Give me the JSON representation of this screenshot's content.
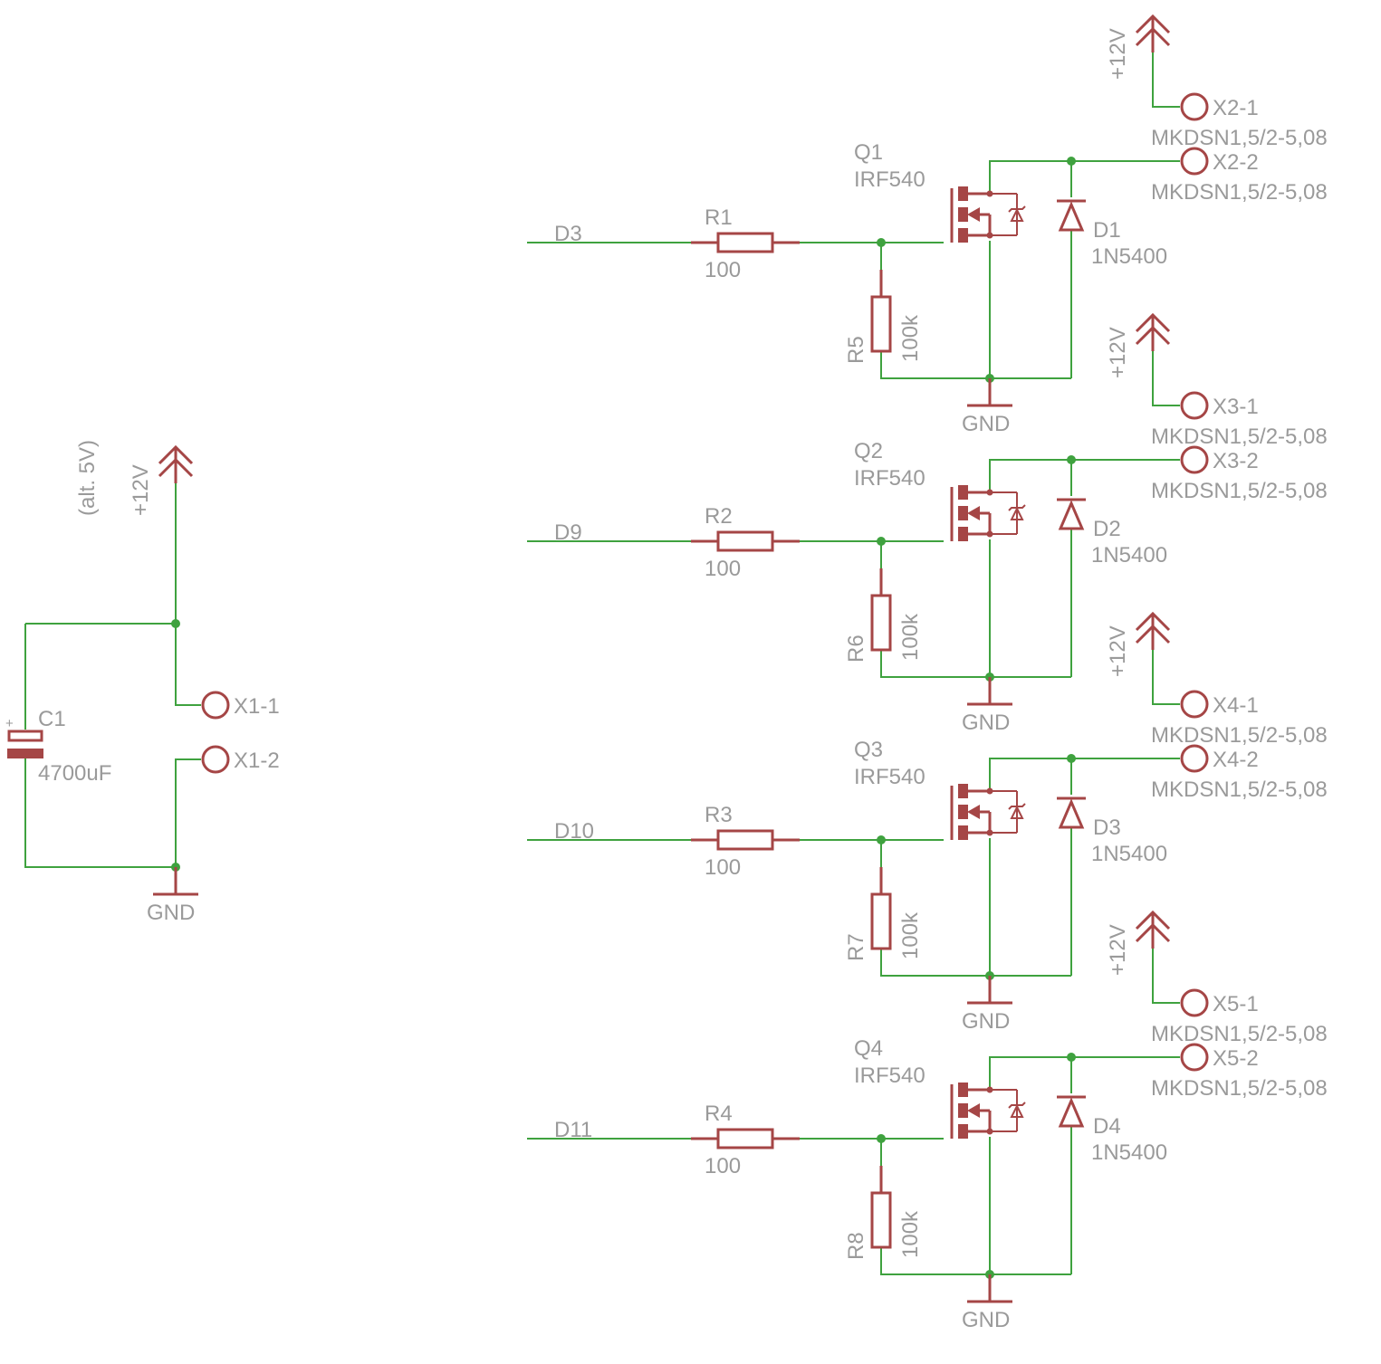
{
  "power_section": {
    "supply_label": "+12V",
    "alt_note": "(alt. 5V)",
    "cap_name": "C1",
    "cap_plus": "+",
    "cap_value": "4700uF",
    "term1": "X1-1",
    "term2": "X1-2",
    "gnd_label": "GND"
  },
  "channels": [
    {
      "input": "D3",
      "r_gate": "R1",
      "r_gate_value": "100",
      "r_pull": "R5",
      "r_pull_value": "100k",
      "mosfet": "Q1",
      "mosfet_type": "IRF540",
      "diode": "D1",
      "diode_type": "1N5400",
      "term1": "X2-1",
      "term2": "X2-2",
      "connector": "MKDSN1,5/2-5,08",
      "supply": "+12V",
      "gnd": "GND"
    },
    {
      "input": "D9",
      "r_gate": "R2",
      "r_gate_value": "100",
      "r_pull": "R6",
      "r_pull_value": "100k",
      "mosfet": "Q2",
      "mosfet_type": "IRF540",
      "diode": "D2",
      "diode_type": "1N5400",
      "term1": "X3-1",
      "term2": "X3-2",
      "connector": "MKDSN1,5/2-5,08",
      "supply": "+12V",
      "gnd": "GND"
    },
    {
      "input": "D10",
      "r_gate": "R3",
      "r_gate_value": "100",
      "r_pull": "R7",
      "r_pull_value": "100k",
      "mosfet": "Q3",
      "mosfet_type": "IRF540",
      "diode": "D3",
      "diode_type": "1N5400",
      "term1": "X4-1",
      "term2": "X4-2",
      "connector": "MKDSN1,5/2-5,08",
      "supply": "+12V",
      "gnd": "GND"
    },
    {
      "input": "D11",
      "r_gate": "R4",
      "r_gate_value": "100",
      "r_pull": "R8",
      "r_pull_value": "100k",
      "mosfet": "Q4",
      "mosfet_type": "IRF540",
      "diode": "D4",
      "diode_type": "1N5400",
      "term1": "X5-1",
      "term2": "X5-2",
      "connector": "MKDSN1,5/2-5,08",
      "supply": "+12V",
      "gnd": "GND"
    }
  ]
}
